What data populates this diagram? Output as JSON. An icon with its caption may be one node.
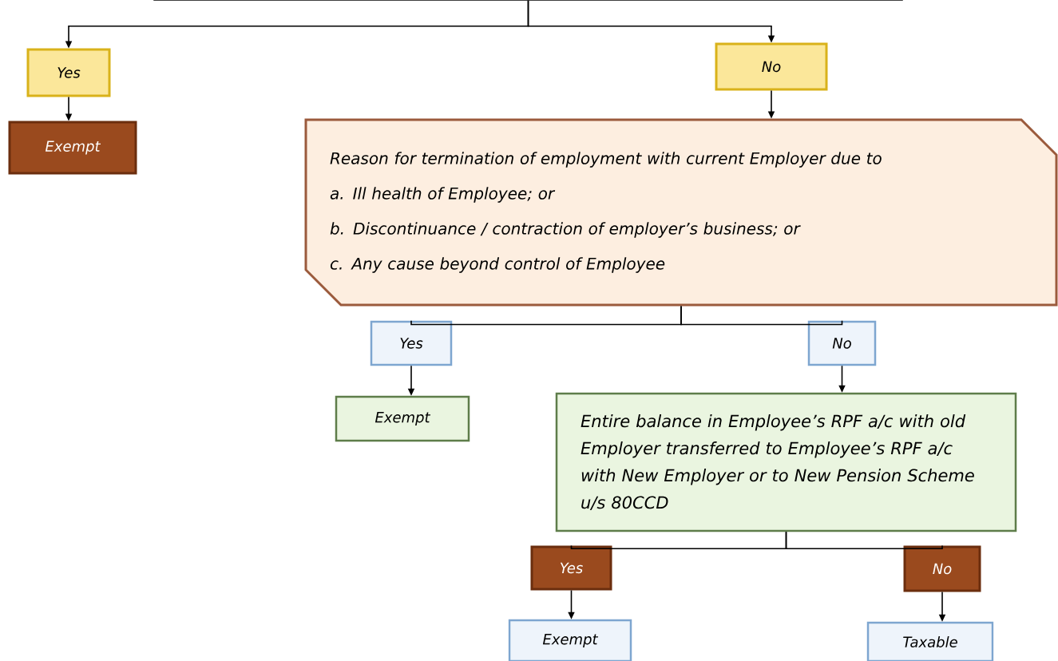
{
  "diagram": {
    "nodes": [
      {
        "text": [],
        "shape": "box"
      },
      {
        "text": [
          "Yes"
        ]
      },
      {
        "text": [
          "Exempt"
        ]
      },
      {
        "text": [
          "No"
        ]
      },
      {
        "text": [
          "Reason for termination of employment with current Employer due to",
          "a. Ill health of Employee; or",
          "b. Discontinuance / contraction of employer’s business; or",
          "c. Any cause beyond control of Employee"
        ]
      },
      {
        "text": [
          "Yes"
        ]
      },
      {
        "text": [
          "Exempt"
        ]
      },
      {
        "text": [
          "No"
        ]
      },
      {
        "text": [
          "Entire balance in Employee’s RPF a/c with old Employer transferred to Employee’s RPF a/c with New Employer or to New Pension Scheme u/s 80CCD"
        ]
      },
      {
        "text": [
          "Yes"
        ]
      },
      {
        "text": [
          "Exempt"
        ]
      },
      {
        "text": [
          "No"
        ]
      },
      {
        "text": [
          "Taxable"
        ]
      }
    ],
    "edges": [
      {
        "from": 0,
        "to": 1,
        "arrow": "to"
      },
      {
        "from": 0,
        "to": 3,
        "arrow": "to"
      },
      {
        "from": 1,
        "to": 2,
        "arrow": "to"
      },
      {
        "from": 3,
        "to": 4,
        "arrow": "to"
      },
      {
        "from": 4,
        "to": 5,
        "arrow": "none"
      },
      {
        "from": 4,
        "to": 7,
        "arrow": "none"
      },
      {
        "from": 5,
        "to": 6,
        "arrow": "to"
      },
      {
        "from": 7,
        "to": 8,
        "arrow": "to"
      },
      {
        "from": 8,
        "to": 9,
        "arrow": "none"
      },
      {
        "from": 8,
        "to": 11,
        "arrow": "none"
      },
      {
        "from": 9,
        "to": 10,
        "arrow": "to"
      },
      {
        "from": 11,
        "to": 12,
        "arrow": "to"
      }
    ]
  }
}
